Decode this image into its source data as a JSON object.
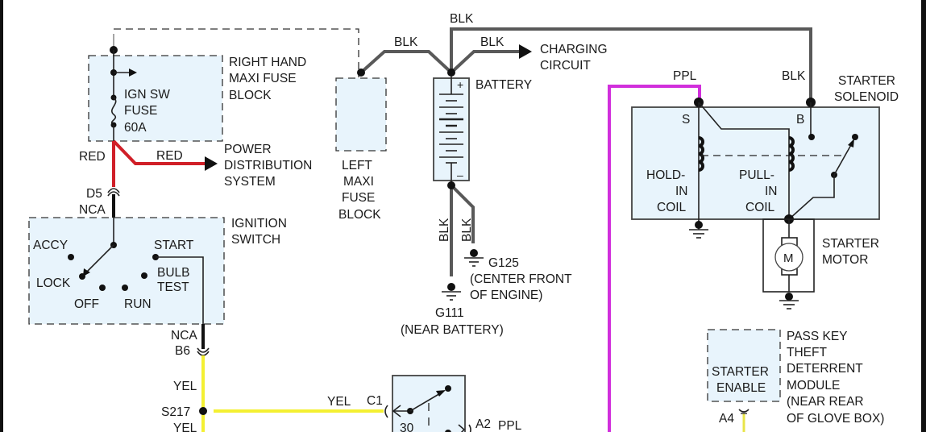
{
  "diagram": {
    "title": "Starting System Wiring Diagram",
    "wire_colors": {
      "BLK": "#595959",
      "RED": "#d01f28",
      "YEL": "#f4f032",
      "PPL": "#d12fdc"
    },
    "components": {
      "rh_fuse_block": {
        "label_lines": [
          "RIGHT HAND",
          "MAXI FUSE",
          "BLOCK"
        ],
        "fuse_lines": [
          "IGN SW",
          "FUSE",
          "60A"
        ]
      },
      "power_distribution": {
        "label_lines": [
          "POWER",
          "DISTRIBUTION",
          "SYSTEM"
        ]
      },
      "left_fuse_block": {
        "label_lines": [
          "LEFT",
          "MAXI",
          "FUSE",
          "BLOCK"
        ]
      },
      "battery": {
        "label": "BATTERY",
        "plus": "+",
        "minus": "–"
      },
      "charging_circuit": {
        "label_lines": [
          "CHARGING",
          "CIRCUIT"
        ]
      },
      "ignition_switch": {
        "label_lines": [
          "IGNITION",
          "SWITCH"
        ],
        "positions": {
          "accy": "ACCY",
          "lock": "LOCK",
          "off": "OFF",
          "run": "RUN",
          "start": "START",
          "bulb_test_lines": [
            "BULB",
            "TEST"
          ]
        }
      },
      "g125": {
        "label_lines": [
          "G125",
          "(CENTER FRONT",
          "OF ENGINE)"
        ]
      },
      "g111": {
        "label_lines": [
          "G111",
          "(NEAR BATTERY)"
        ]
      },
      "starter_solenoid": {
        "label_lines": [
          "STARTER",
          "SOLENOID"
        ],
        "terminal_s": "S",
        "terminal_b": "B",
        "hold_in_lines": [
          "HOLD-",
          "IN",
          "COIL"
        ],
        "pull_in_lines": [
          "PULL-",
          "IN",
          "COIL"
        ]
      },
      "starter_motor": {
        "label_lines": [
          "STARTER",
          "MOTOR"
        ],
        "symbol": "M"
      },
      "pass_key_module": {
        "label_lines": [
          "PASS KEY",
          "THEFT",
          "DETERRENT",
          "MODULE",
          "(NEAR REAR",
          "OF GLOVE BOX)"
        ],
        "inner_lines": [
          "STARTER",
          "ENABLE"
        ]
      },
      "relay": {
        "terminal_30": "30"
      }
    },
    "wire_labels": {
      "blk_top": "BLK",
      "blk_left_fuse": "BLK",
      "blk_charging": "BLK",
      "blk_solenoid": "BLK",
      "blk_g111": "BLK",
      "blk_g125": "BLK",
      "red_vertical": "RED",
      "red_branch": "RED",
      "yel_upper": "YEL",
      "yel_horizontal": "YEL",
      "yel_lower": "YEL",
      "ppl_solenoid": "PPL",
      "ppl_relay": "PPL"
    },
    "connectors": {
      "d5": "D5",
      "d5_nca": "NCA",
      "b6_nca": "NCA",
      "b6": "B6",
      "s217": "S217",
      "c1": "C1",
      "a2": "A2",
      "a4": "A4"
    }
  }
}
